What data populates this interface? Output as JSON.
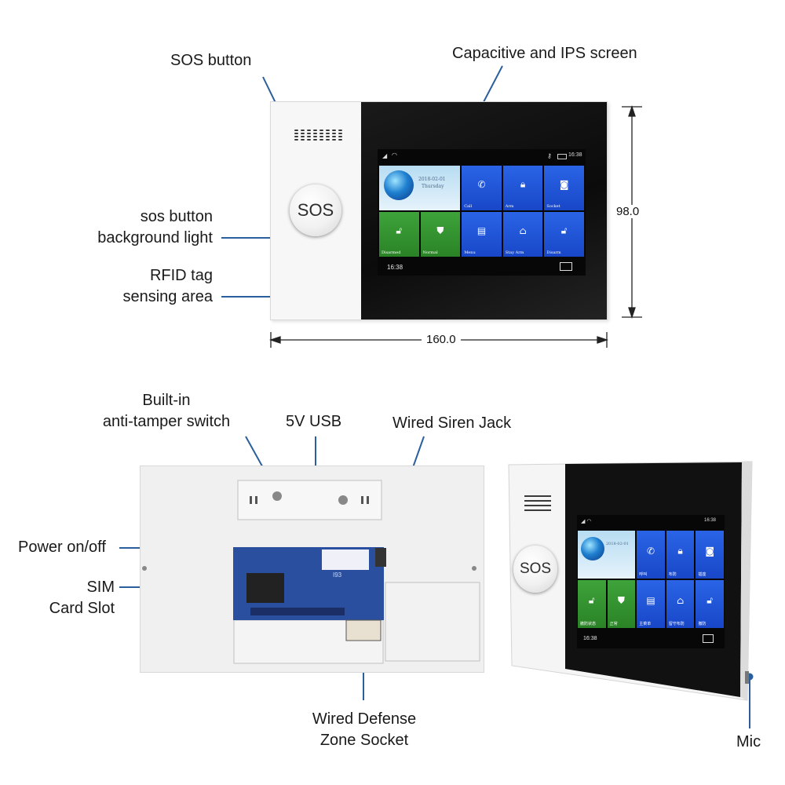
{
  "labels": {
    "sos_button": "SOS button",
    "capacitive_ips_screen": "Capacitive and IPS screen",
    "sos_light_1": "sos button",
    "sos_light_2": "background light",
    "rfid_1": "RFID tag",
    "rfid_2": "sensing area",
    "tamper_1": "Built-in",
    "tamper_2": "anti-tamper switch",
    "usb_5v": "5V USB",
    "siren_jack": "Wired Siren Jack",
    "power": "Power on/off",
    "sim_1": "SIM",
    "sim_2": "Card Slot",
    "zone_1": "Wired Defense",
    "zone_2": "Zone Socket",
    "mic": "Mic"
  },
  "dimensions": {
    "height": "98.0",
    "width": "160.0"
  },
  "device": {
    "sos_text": "SOS",
    "pcb_marking": "I93",
    "screen": {
      "date": "2018-02-01",
      "weekday": "Thursday",
      "time": "16:38",
      "tiles_en": [
        "Call",
        "Arm",
        "Socket",
        "Disarmed",
        "Normal",
        "Menu",
        "Stay Arm",
        "Disarm"
      ],
      "tiles_cn": [
        "呼叫",
        "布防",
        "插座",
        "撤防状态",
        "正常",
        "主菜单",
        "留守布防",
        "撤防"
      ]
    }
  },
  "colors": {
    "leader_line": "#2a5f9e",
    "tile_blue": "#1e55d8",
    "tile_green": "#34992f"
  }
}
